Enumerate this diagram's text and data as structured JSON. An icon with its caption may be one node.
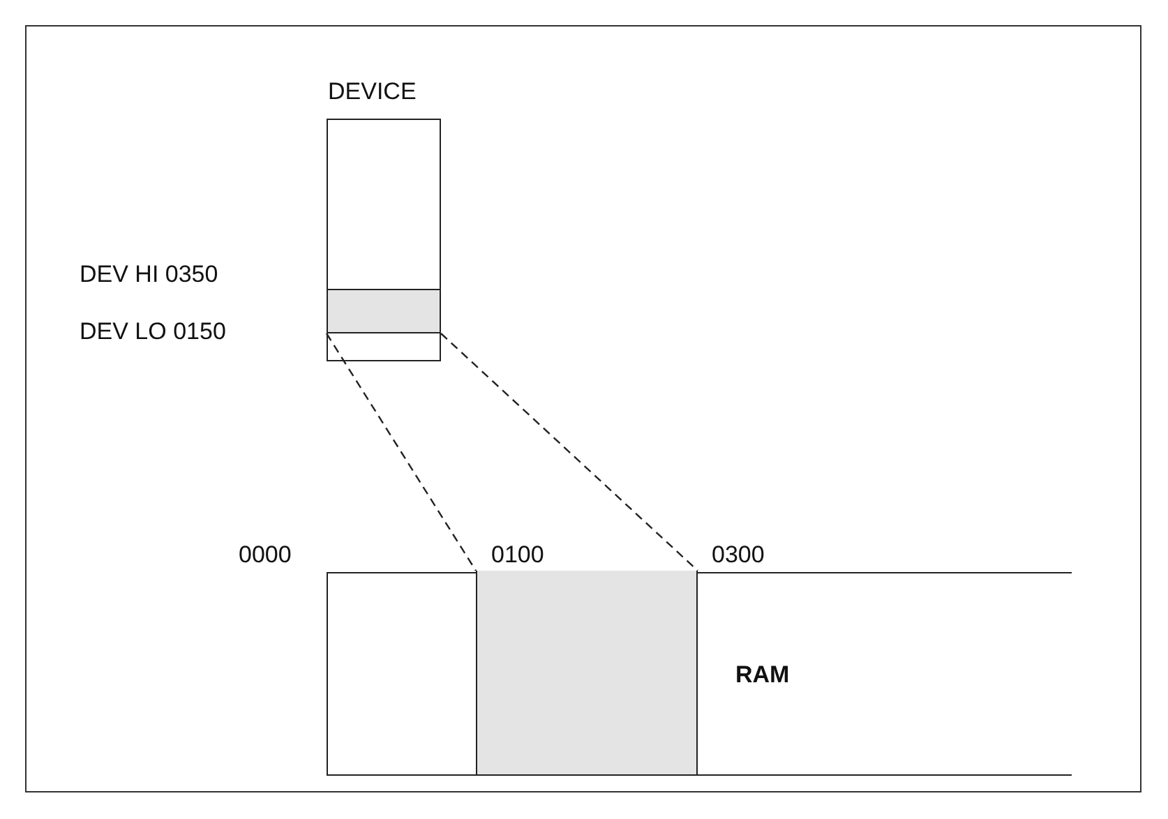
{
  "diagram": {
    "nodes": [
      {
        "text": [
          "DEVICE"
        ]
      },
      {
        "text": [],
        "shape": "bar",
        "in": 0
      },
      {
        "text": [
          "RAM"
        ]
      },
      {
        "text": [],
        "shape": "bar",
        "in": 2
      }
    ],
    "edges": [
      {
        "from": 1,
        "to": 3,
        "arrow": "none",
        "style": "dashed"
      },
      {
        "from": 1,
        "to": 3,
        "arrow": "none",
        "style": "dashed"
      }
    ],
    "labels": [
      "DEV HI 0350",
      "DEV LO 0150",
      "0000",
      "0100",
      "0300"
    ]
  }
}
